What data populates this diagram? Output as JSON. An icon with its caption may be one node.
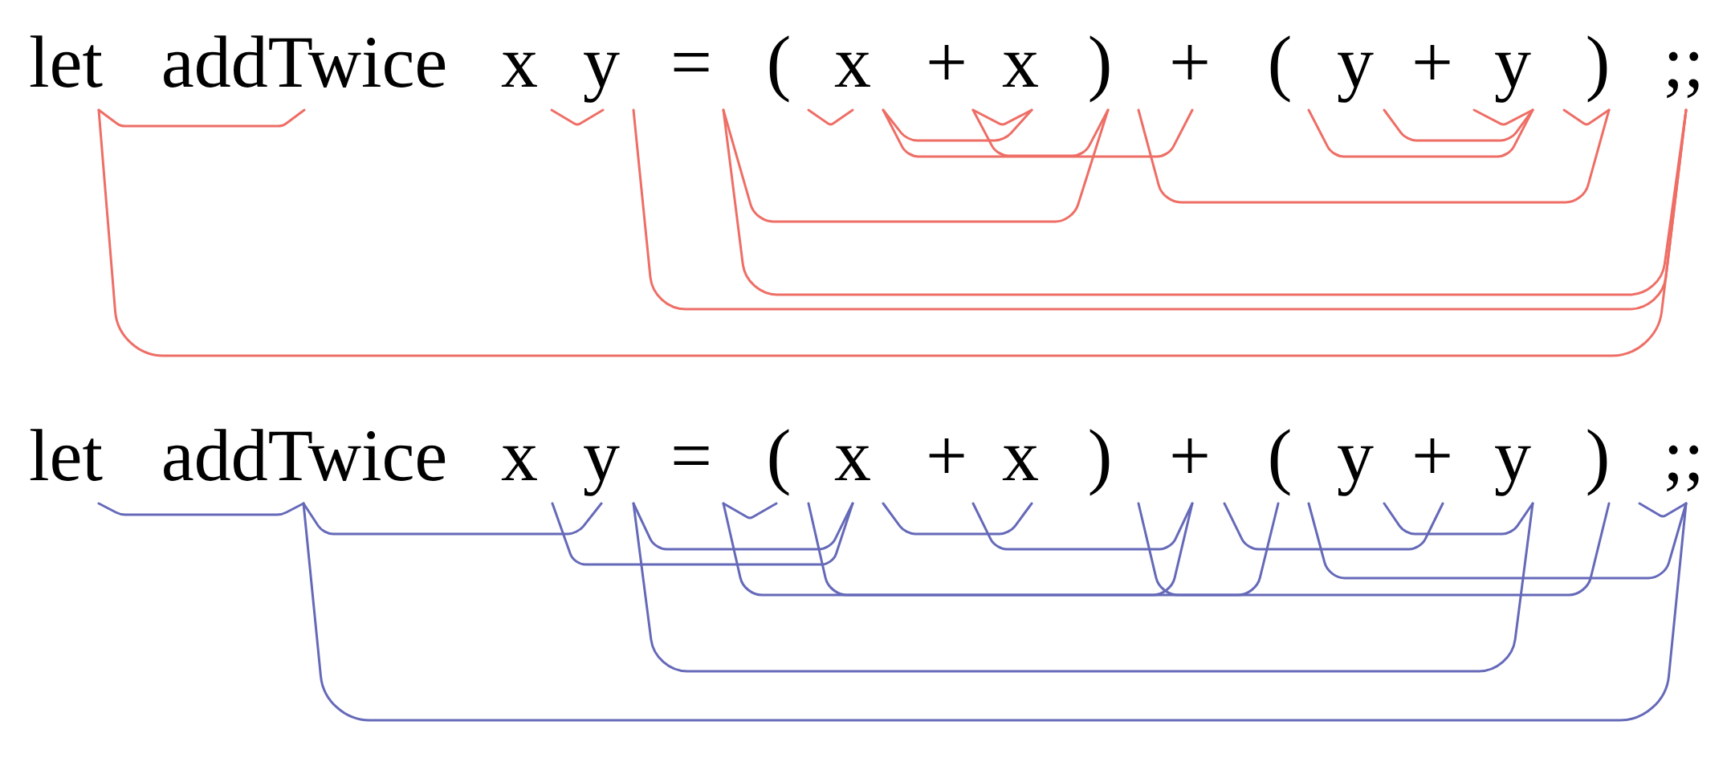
{
  "diagram": {
    "labels": [
      "let",
      "addTwice",
      "x",
      "y",
      "=",
      "(",
      "x",
      "+",
      "x",
      ")",
      "+",
      "(",
      "y",
      "+",
      "y",
      ")",
      ";;",
      "let",
      "addTwice",
      "x",
      "y",
      "=",
      "(",
      "x",
      "+",
      "x",
      ")",
      "+",
      "(",
      "y",
      "+",
      "y",
      ")",
      ";;"
    ]
  }
}
